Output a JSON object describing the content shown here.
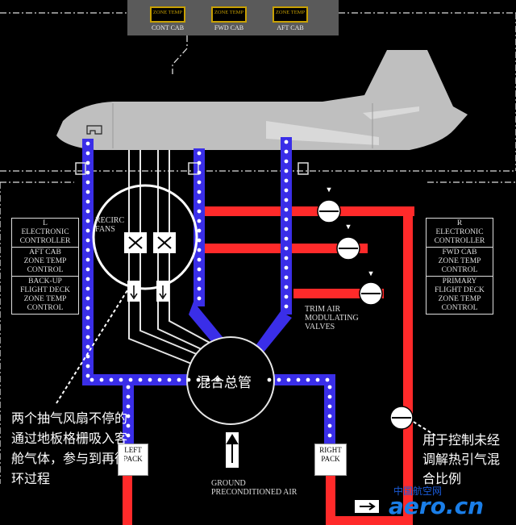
{
  "zone_panel": {
    "buttons": [
      "ZONE TEMP",
      "ZONE TEMP",
      "ZONE TEMP"
    ],
    "labels": [
      "CONT CAB",
      "FWD CAB",
      "AFT CAB"
    ]
  },
  "left_controller": {
    "title_lines": [
      "L",
      "ELECTRONIC",
      "CONTROLLER"
    ],
    "section1": [
      "AFT CAB",
      "ZONE TEMP",
      "CONTROL"
    ],
    "section2": [
      "BACK-UP",
      "FLIGHT DECK",
      "ZONE TEMP",
      "CONTROL"
    ]
  },
  "right_controller": {
    "title_lines": [
      "R",
      "ELECTRONIC",
      "CONTROLLER"
    ],
    "section1": [
      "FWD CAB",
      "ZONE TEMP",
      "CONTROL"
    ],
    "section2": [
      "PRIMARY",
      "FLIGHT DECK",
      "ZONE TEMP",
      "CONTROL"
    ]
  },
  "labels": {
    "recirc_fans": "RECIRC FANS",
    "trim_air_valves": "TRIM AIR MODULATING VALVES",
    "mix_manifold_cn": "混合总管",
    "left_pack": "LEFT PACK",
    "right_pack": "RIGHT PACK",
    "ground_air": "GROUND PRECONDITIONED AIR"
  },
  "annotations": {
    "left_cn": "两个抽气风扇不停的通过地板格栅吸入客舱气体，参与到再循环过程",
    "right_cn": "用于控制未经调解热引气混合比例"
  },
  "watermark": {
    "cn": "中国航空网",
    "latin": "aero.cn"
  },
  "colors": {
    "duct_blue": "#3a2ee8",
    "hot_red": "#ff2a2a",
    "panel_amber": "#c8a000",
    "line_white": "#e6e6e6"
  }
}
